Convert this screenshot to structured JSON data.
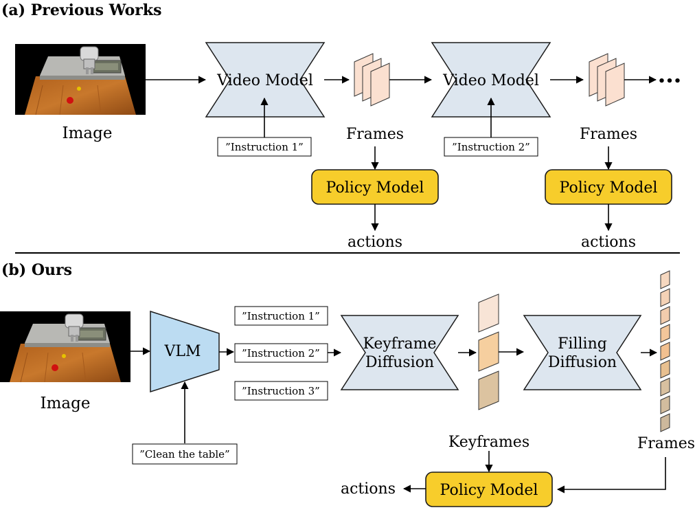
{
  "section_a": {
    "title": "(a)  Previous Works",
    "image_label": "Image",
    "video_model_1": "Video Model",
    "video_model_2": "Video Model",
    "instruction_1": "”Instruction 1”",
    "instruction_2": "”Instruction 2”",
    "frames_1": "Frames",
    "frames_2": "Frames",
    "policy_1": "Policy Model",
    "policy_2": "Policy Model",
    "actions_1": "actions",
    "actions_2": "actions",
    "ellipsis": "•••"
  },
  "section_b": {
    "title": "(b)  Ours",
    "image_label": "Image",
    "vlm": "VLM",
    "task_instruction": "”Clean the table”",
    "instruction_1": "”Instruction 1”",
    "instruction_2": "”Instruction 2”",
    "instruction_3": "”Instruction 3”",
    "keyframe_line1": "Keyframe",
    "keyframe_line2": "Diffusion",
    "filling_line1": "Filling",
    "filling_line2": "Diffusion",
    "keyframes_label": "Keyframes",
    "frames_label": "Frames",
    "policy": "Policy Model",
    "actions": "actions"
  },
  "colors": {
    "model_fill": "#dde6ef",
    "vlm_fill": "#bcdcf2",
    "policy_fill": "#f7cd2b",
    "frame_fill": "#fbe0d0",
    "keyframe_colors": [
      "#f8e4d6",
      "#f6cf9f",
      "#dcc3a0"
    ],
    "filled_frame_colors": [
      "#f6d8c0",
      "#f4d2b6",
      "#f2ccad",
      "#f3c69a",
      "#f2c090",
      "#e8c090",
      "#d8c0a0",
      "#d2bc9e",
      "#cdb89c",
      "#c9b49a"
    ]
  },
  "icons": [
    "robot-tabletop-scene-image",
    "arrow",
    "ellipsis-dots"
  ]
}
